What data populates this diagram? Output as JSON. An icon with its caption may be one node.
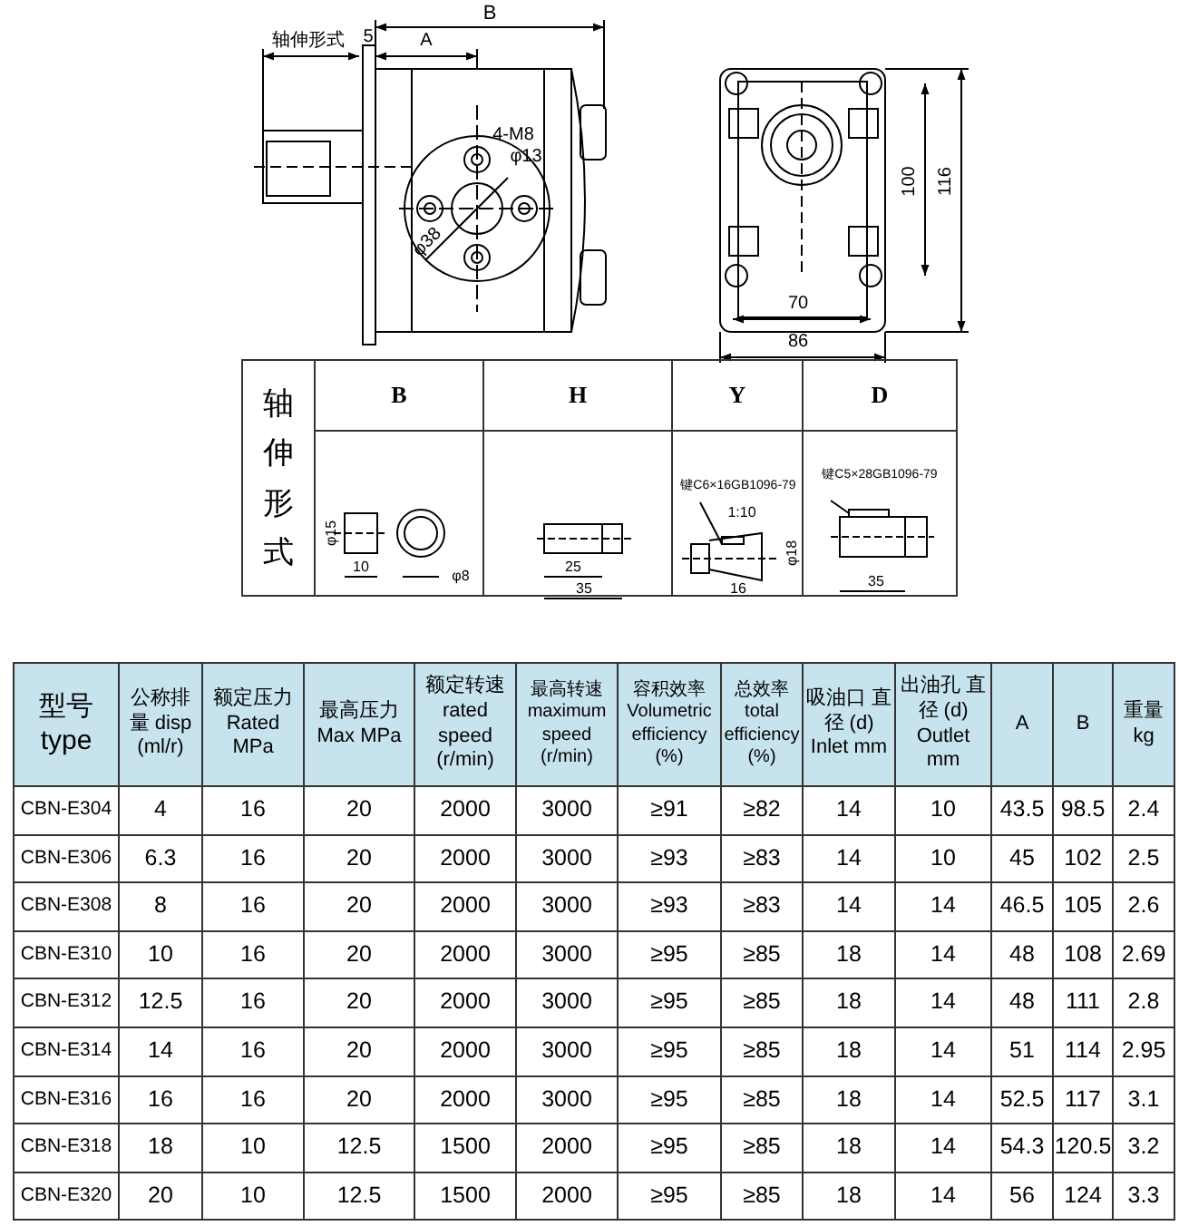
{
  "diagram": {
    "labels": [
      "B",
      "轴伸形式",
      "5",
      "A",
      "4-M8",
      "φ13",
      "φ38",
      "100",
      "116",
      "70",
      "86",
      "轴伸形式",
      "B",
      "H",
      "Y",
      "D",
      "φ15",
      "10",
      "φ8",
      "25",
      "35",
      "键C6×16GB1096-79",
      "1:10",
      "φ18",
      "16",
      "键C5×28GB1096-79",
      "35",
      "型号 type",
      "公称排量 disp (ml/r)",
      "额定压力 Rated MPa",
      "最高压力 Max MPa",
      "额定转速 rated speed (r/min)",
      "最高转速 maximum speed (r/min)",
      "容积效率 Volumetric efficiency (%)",
      "总效率 total efficiency (%)",
      "吸油口 直径 (d) Inlet mm",
      "出油孔 直径 (d) Outlet mm",
      "A",
      "B",
      "重量 kg",
      "CBN-E304",
      "4",
      "16",
      "20",
      "2000",
      "3000",
      "≥91",
      "≥82",
      "14",
      "10",
      "43.5",
      "98.5",
      "2.4",
      "CBN-E306",
      "6.3",
      "16",
      "20",
      "2000",
      "3000",
      "≥93",
      "≥83",
      "14",
      "10",
      "45",
      "102",
      "2.5",
      "CBN-E308",
      "8",
      "16",
      "20",
      "2000",
      "3000",
      "≥93",
      "≥83",
      "14",
      "14",
      "46.5",
      "105",
      "2.6",
      "CBN-E310",
      "10",
      "16",
      "20",
      "2000",
      "3000",
      "≥95",
      "≥85",
      "18",
      "14",
      "48",
      "108",
      "2.69",
      "CBN-E312",
      "12.5",
      "16",
      "20",
      "2000",
      "3000",
      "≥95",
      "≥85",
      "18",
      "14",
      "48",
      "111",
      "2.8",
      "CBN-E314",
      "14",
      "16",
      "20",
      "2000",
      "3000",
      "≥95",
      "≥85",
      "18",
      "14",
      "51",
      "114",
      "2.95",
      "CBN-E316",
      "16",
      "16",
      "20",
      "2000",
      "3000",
      "≥95",
      "≥85",
      "18",
      "14",
      "52.5",
      "117",
      "3.1",
      "CBN-E318",
      "18",
      "10",
      "12.5",
      "1500",
      "2000",
      "≥95",
      "≥85",
      "18",
      "14",
      "54.3",
      "120.5",
      "3.2",
      "CBN-E320",
      "20",
      "10",
      "12.5",
      "1500",
      "2000",
      "≥95",
      "≥85",
      "18",
      "14",
      "56",
      "124",
      "3.3"
    ]
  }
}
